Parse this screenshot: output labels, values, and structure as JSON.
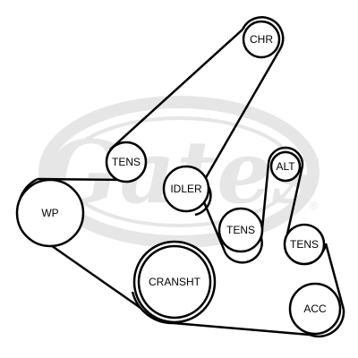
{
  "diagram": {
    "type": "serpentine-belt-routing",
    "colors": {
      "belt": "#000000",
      "pulley_stroke": "#000000",
      "pulley_fill": "#ffffff",
      "watermark": "#e6e6e6"
    },
    "watermark": {
      "brand": "Gates",
      "registered": "®"
    },
    "pulleys": [
      {
        "id": "chr",
        "label": "CHR"
      },
      {
        "id": "tens-top",
        "label": "TENS"
      },
      {
        "id": "wp",
        "label": "WP"
      },
      {
        "id": "idler",
        "label": "IDLER"
      },
      {
        "id": "alt",
        "label": "ALT"
      },
      {
        "id": "tens-mid",
        "label": "TENS"
      },
      {
        "id": "tens-right",
        "label": "TENS"
      },
      {
        "id": "cranksht",
        "label": "CRANSHT"
      },
      {
        "id": "acc",
        "label": "ACC"
      }
    ]
  }
}
